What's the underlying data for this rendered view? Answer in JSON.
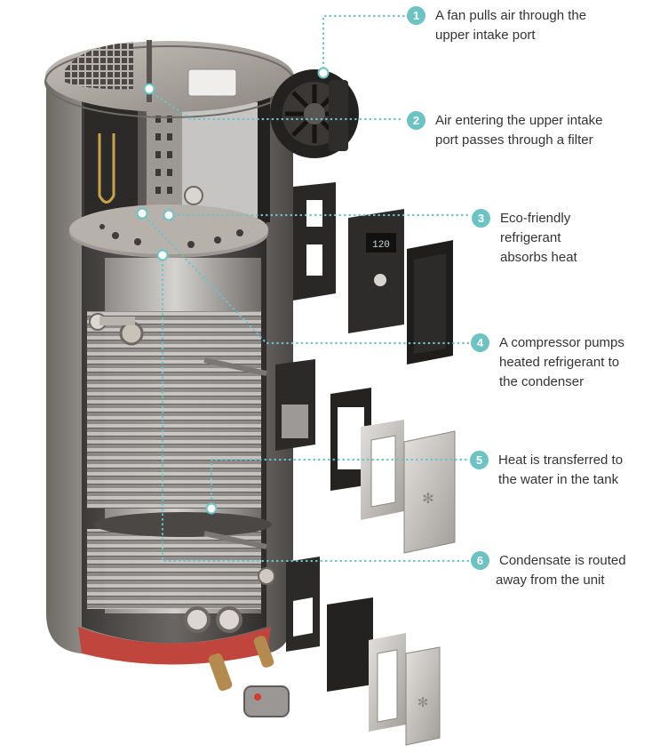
{
  "accent_color": "#6cc3c3",
  "callouts": [
    {
      "number": "1",
      "lines": [
        "A fan pulls air through the",
        "upper intake port"
      ]
    },
    {
      "number": "2",
      "lines": [
        "Air entering the upper intake",
        "port passes through a filter"
      ]
    },
    {
      "number": "3",
      "lines": [
        "Eco-friendly",
        "refrigerant",
        "absorbs heat"
      ]
    },
    {
      "number": "4",
      "lines": [
        "A compressor pumps",
        "heated refrigerant to",
        "the condenser"
      ]
    },
    {
      "number": "5",
      "lines": [
        "Heat is transferred to",
        "the water in the tank"
      ]
    },
    {
      "number": "6",
      "lines": [
        "Condensate is routed",
        "away from the unit"
      ]
    }
  ],
  "display": {
    "readout": "120"
  }
}
